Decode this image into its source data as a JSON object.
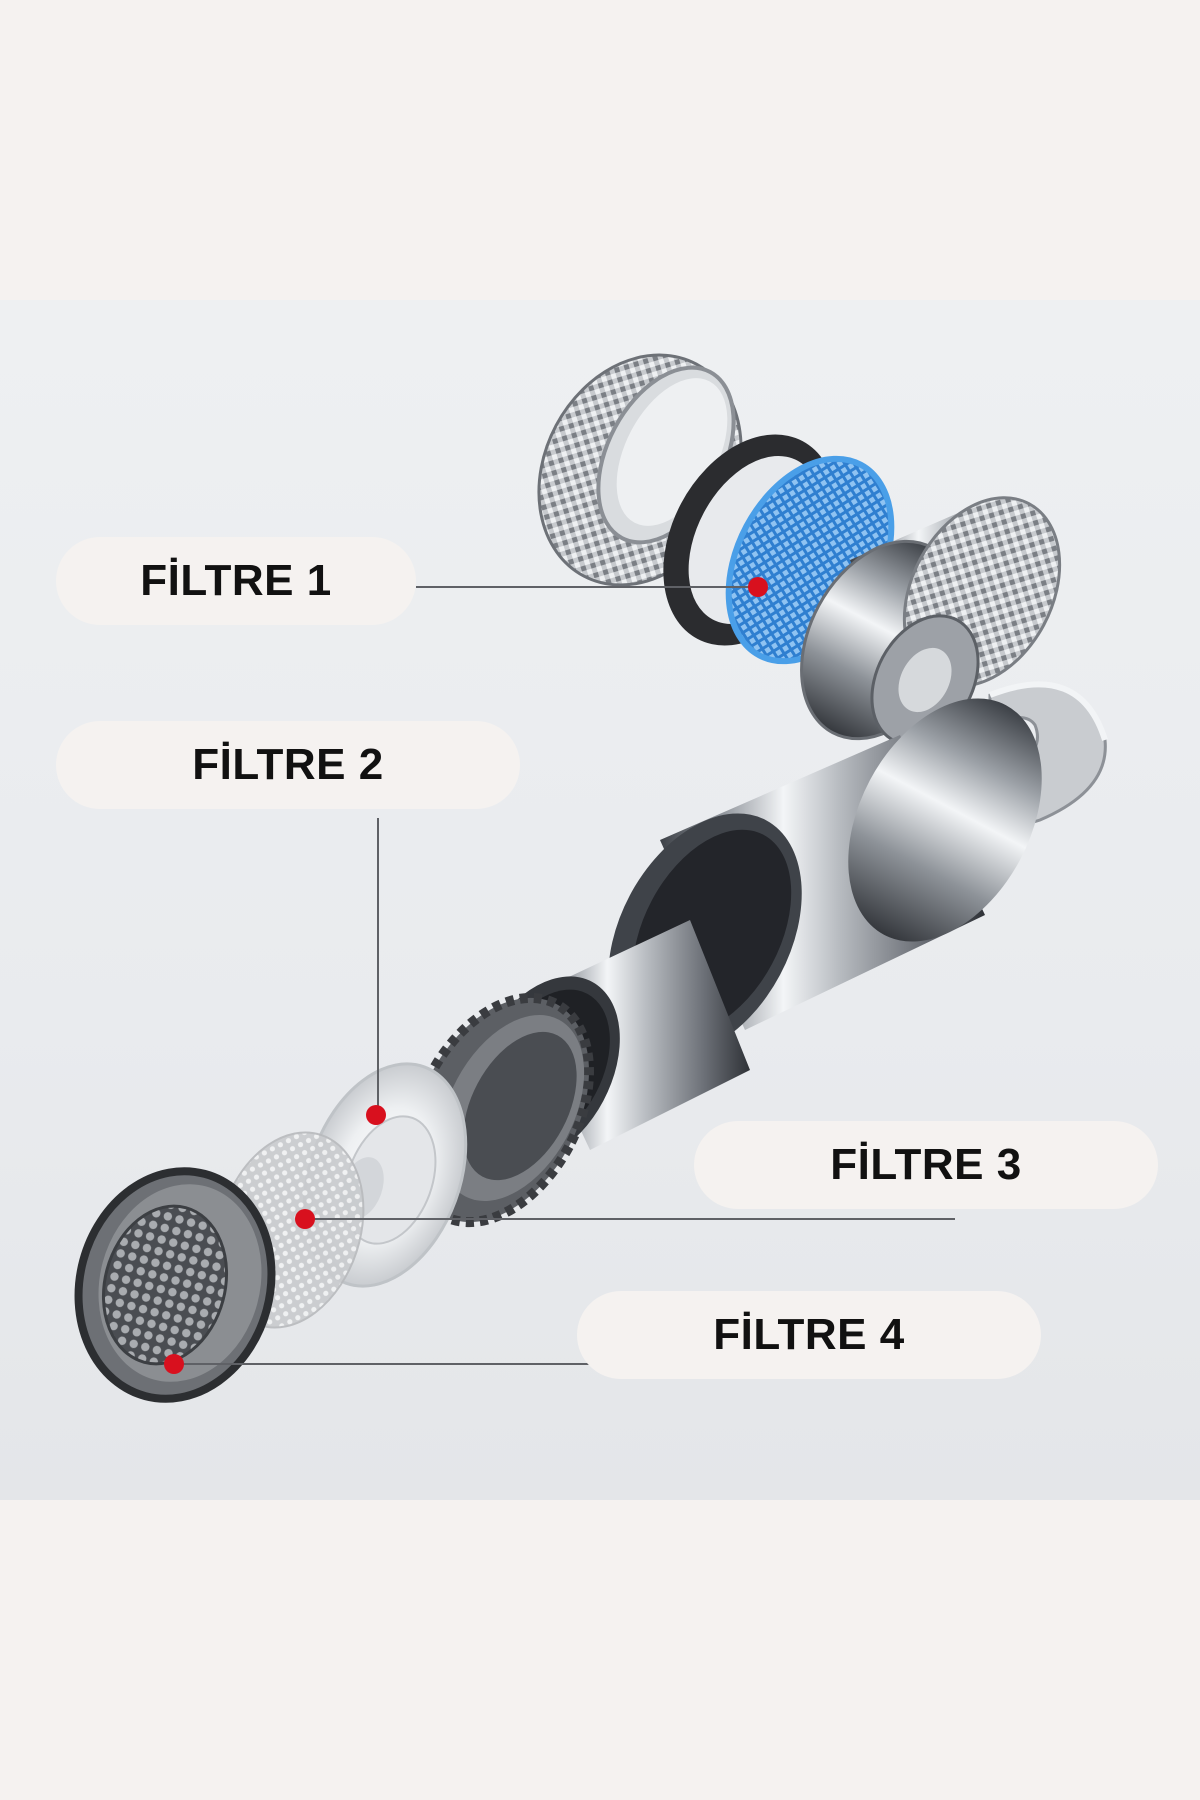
{
  "labels": {
    "filter_1": "FİLTRE 1",
    "filter_2": "FİLTRE 2",
    "filter_3": "FİLTRE 3",
    "filter_4": "FİLTRE 4"
  },
  "colors": {
    "page_background": "#f5f2f0",
    "panel_background": "#eceef1",
    "marker": "#d8101e",
    "blue_mesh": "#3a8fdc",
    "chrome_dark": "#4a4e55",
    "chrome_light": "#e8ebee",
    "gray_plastic": "#6f7276"
  },
  "icons": [
    "knurled-nut-icon",
    "rubber-gasket-icon",
    "blue-mesh-filter-icon",
    "swivel-connector-icon",
    "chrome-body-icon",
    "threaded-ring-icon",
    "white-filter-disc-icon",
    "steel-mesh-disc-icon",
    "aerator-insert-icon"
  ]
}
